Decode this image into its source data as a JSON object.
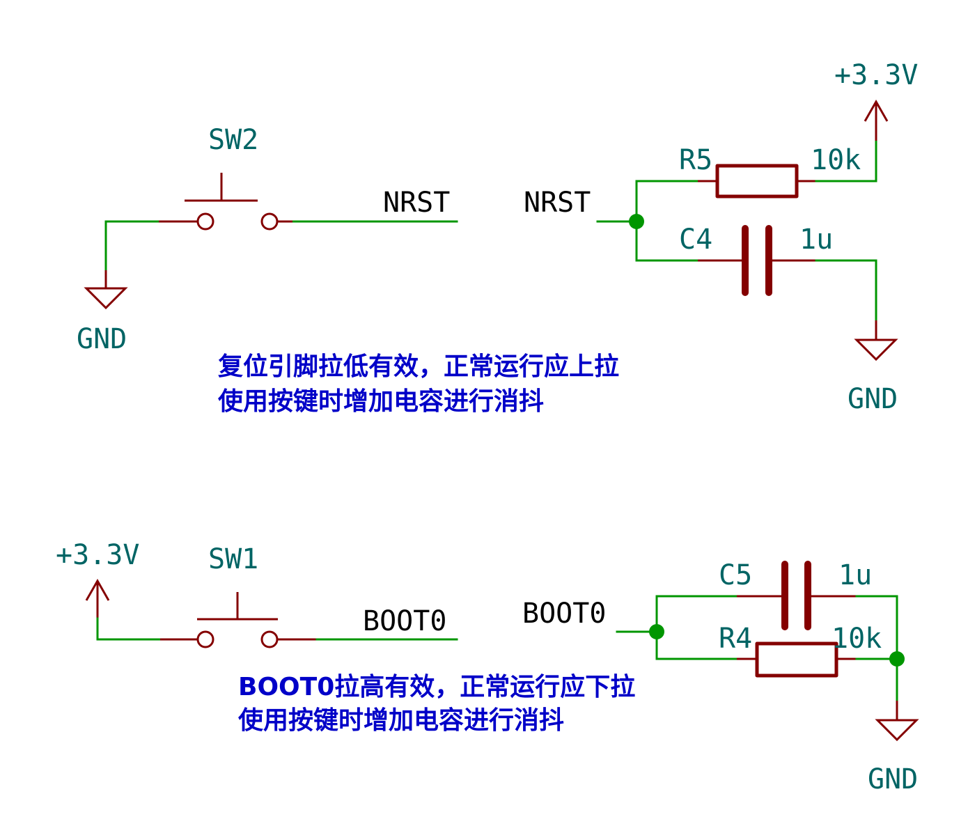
{
  "colors": {
    "wire": "#009600",
    "symbol": "#840000",
    "reference_text": "#006464",
    "net_label_text": "#000000",
    "note_text": "#0000c8",
    "junction": "#009600"
  },
  "reset_circuit": {
    "switch": {
      "ref": "SW2"
    },
    "switch_net_label": "NRST",
    "switch_ground": {
      "label": "GND"
    },
    "rc_net_label": "NRST",
    "resistor": {
      "ref": "R5",
      "value": "10k"
    },
    "capacitor": {
      "ref": "C4",
      "value": "1u"
    },
    "power": {
      "label": "+3.3V"
    },
    "rc_ground": {
      "label": "GND"
    },
    "note_lines": [
      "复位引脚拉低有效，正常运行应上拉",
      "使用按键时增加电容进行消抖"
    ]
  },
  "boot_circuit": {
    "switch": {
      "ref": "SW1"
    },
    "switch_net_label": "BOOT0",
    "power": {
      "label": "+3.3V"
    },
    "rc_net_label": "BOOT0",
    "capacitor": {
      "ref": "C5",
      "value": "1u"
    },
    "resistor": {
      "ref": "R4",
      "value": "10k"
    },
    "rc_ground": {
      "label": "GND"
    },
    "note_lines": [
      "BOOT0拉高有效，正常运行应下拉",
      "使用按键时增加电容进行消抖"
    ]
  }
}
